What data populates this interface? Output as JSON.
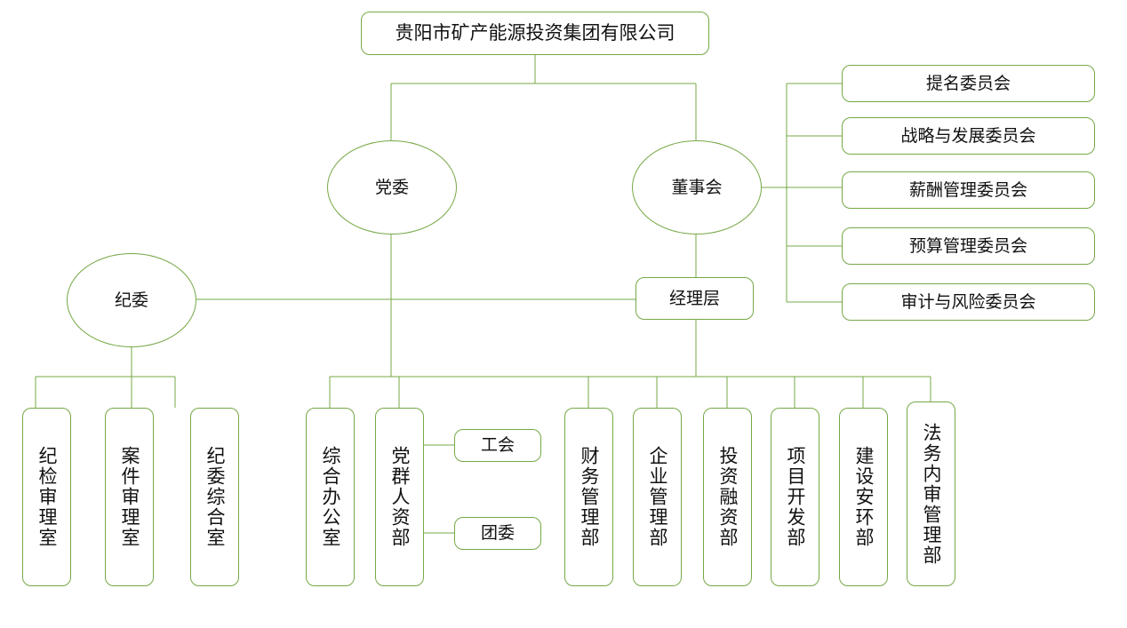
{
  "meta": {
    "kind": "organization-chart",
    "line_color": "#76a846",
    "text_color": "#111111",
    "background": "#ffffff"
  },
  "root": {
    "label": "贵阳市矿产能源投资集团有限公司"
  },
  "governance": {
    "party_committee": {
      "label": "党委"
    },
    "board": {
      "label": "董事会"
    },
    "discipline": {
      "label": "纪委"
    },
    "management": {
      "label": "经理层"
    }
  },
  "committees": [
    {
      "label": "提名委员会"
    },
    {
      "label": "战略与发展委员会"
    },
    {
      "label": "薪酬管理委员会"
    },
    {
      "label": "预算管理委员会"
    },
    {
      "label": "审计与风险委员会"
    }
  ],
  "discipline_departments": [
    {
      "label": "纪检审理室"
    },
    {
      "label": "案件审理室"
    },
    {
      "label": "纪委综合室"
    }
  ],
  "management_departments": [
    {
      "label": "综合办公室"
    },
    {
      "label": "党群人资部"
    },
    {
      "label": "财务管理部"
    },
    {
      "label": "企业管理部"
    },
    {
      "label": "投资融资部"
    },
    {
      "label": "项目开发部"
    },
    {
      "label": "建设安环部"
    },
    {
      "label": "法务内审管理部"
    }
  ],
  "mass_organizations": [
    {
      "label": "工会"
    },
    {
      "label": "团委"
    }
  ]
}
